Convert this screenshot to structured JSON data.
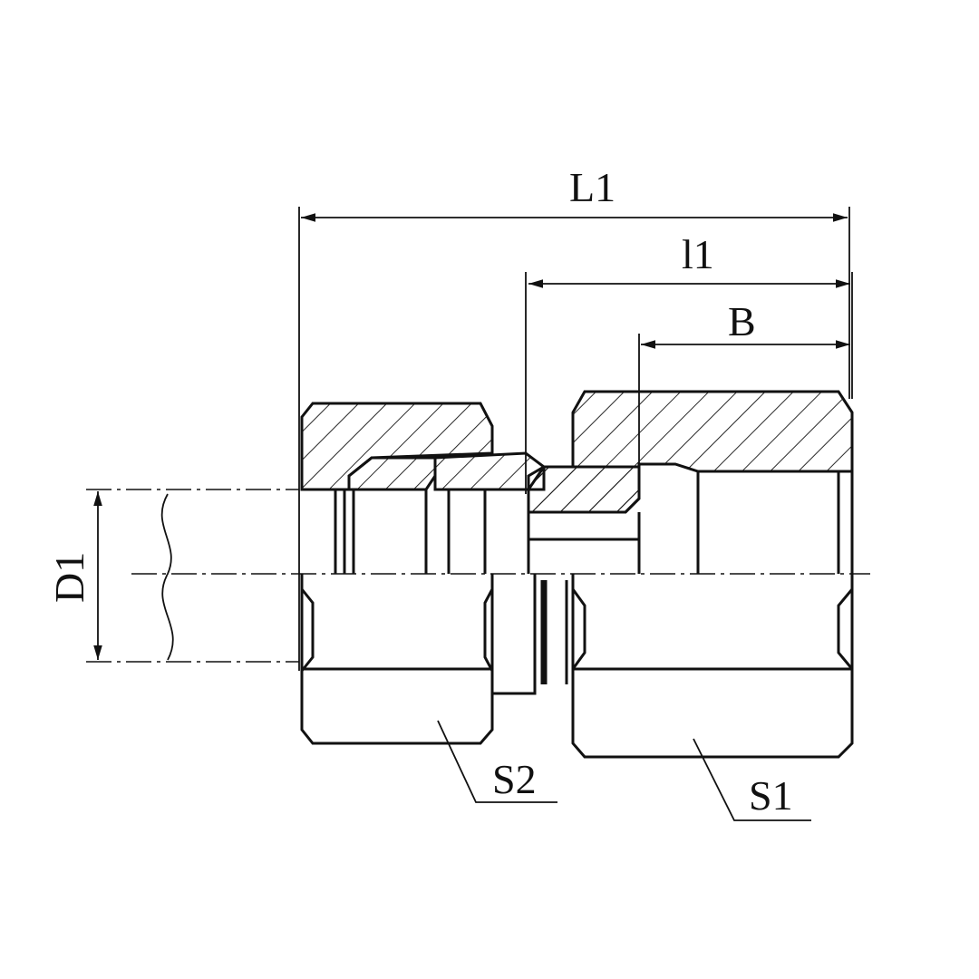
{
  "drawing": {
    "title": "Straight female connector cross-section",
    "labels": {
      "overall_length": "L1",
      "length_l1": "l1",
      "thread_length": "B",
      "diameter": "D1",
      "hex_small": "S2",
      "hex_large": "S1"
    },
    "colors": {
      "line": "#111111",
      "background": "#ffffff"
    }
  }
}
